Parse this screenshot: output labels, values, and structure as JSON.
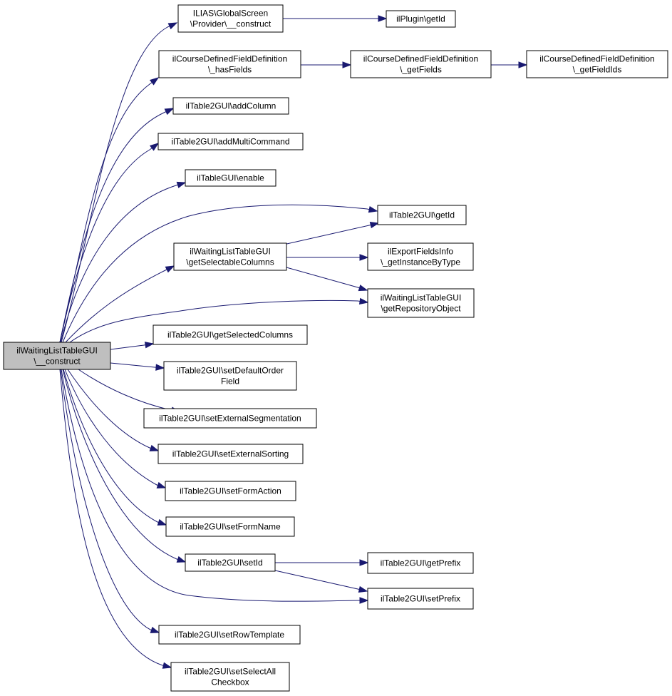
{
  "graph": {
    "nodes": [
      {
        "id": "root",
        "lines": [
          "ilWaitingListTableGUI",
          "\\__construct"
        ]
      },
      {
        "id": "gs_provider_construct",
        "lines": [
          "ILIAS\\GlobalScreen",
          "\\Provider\\__construct"
        ]
      },
      {
        "id": "plugin_getid",
        "lines": [
          "ilPlugin\\getId"
        ]
      },
      {
        "id": "cdf_hasfields",
        "lines": [
          "ilCourseDefinedFieldDefinition",
          "\\_hasFields"
        ]
      },
      {
        "id": "cdf_getfields",
        "lines": [
          "ilCourseDefinedFieldDefinition",
          "\\_getFields"
        ]
      },
      {
        "id": "cdf_getfieldids",
        "lines": [
          "ilCourseDefinedFieldDefinition",
          "\\_getFieldIds"
        ]
      },
      {
        "id": "addcolumn",
        "lines": [
          "ilTable2GUI\\addColumn"
        ]
      },
      {
        "id": "addmulticommand",
        "lines": [
          "ilTable2GUI\\addMultiCommand"
        ]
      },
      {
        "id": "tablegui_enable",
        "lines": [
          "ilTableGUI\\enable"
        ]
      },
      {
        "id": "t2_getid",
        "lines": [
          "ilTable2GUI\\getId"
        ]
      },
      {
        "id": "wl_getselectablecolumns",
        "lines": [
          "ilWaitingListTableGUI",
          "\\getSelectableColumns"
        ]
      },
      {
        "id": "export_getinstancebytype",
        "lines": [
          "ilExportFieldsInfo",
          "\\_getInstanceByType"
        ]
      },
      {
        "id": "wl_getrepositoryobject",
        "lines": [
          "ilWaitingListTableGUI",
          "\\getRepositoryObject"
        ]
      },
      {
        "id": "getselectedcolumns",
        "lines": [
          "ilTable2GUI\\getSelectedColumns"
        ]
      },
      {
        "id": "setdefaultorderfield",
        "lines": [
          "ilTable2GUI\\setDefaultOrder",
          "Field"
        ]
      },
      {
        "id": "setexternalsegmentation",
        "lines": [
          "ilTable2GUI\\setExternalSegmentation"
        ]
      },
      {
        "id": "setexternalsorting",
        "lines": [
          "ilTable2GUI\\setExternalSorting"
        ]
      },
      {
        "id": "setformaction",
        "lines": [
          "ilTable2GUI\\setFormAction"
        ]
      },
      {
        "id": "setformname",
        "lines": [
          "ilTable2GUI\\setFormName"
        ]
      },
      {
        "id": "setid",
        "lines": [
          "ilTable2GUI\\setId"
        ]
      },
      {
        "id": "getprefix",
        "lines": [
          "ilTable2GUI\\getPrefix"
        ]
      },
      {
        "id": "setprefix",
        "lines": [
          "ilTable2GUI\\setPrefix"
        ]
      },
      {
        "id": "setrowtemplate",
        "lines": [
          "ilTable2GUI\\setRowTemplate"
        ]
      },
      {
        "id": "setselectallcheckbox",
        "lines": [
          "ilTable2GUI\\setSelectAll",
          "Checkbox"
        ]
      }
    ],
    "edges": [
      [
        "root",
        "gs_provider_construct"
      ],
      [
        "root",
        "cdf_hasfields"
      ],
      [
        "root",
        "addcolumn"
      ],
      [
        "root",
        "addmulticommand"
      ],
      [
        "root",
        "tablegui_enable"
      ],
      [
        "root",
        "t2_getid"
      ],
      [
        "root",
        "wl_getselectablecolumns"
      ],
      [
        "root",
        "wl_getrepositoryobject"
      ],
      [
        "root",
        "getselectedcolumns"
      ],
      [
        "root",
        "setdefaultorderfield"
      ],
      [
        "root",
        "setexternalsegmentation"
      ],
      [
        "root",
        "setexternalsorting"
      ],
      [
        "root",
        "setformaction"
      ],
      [
        "root",
        "setformname"
      ],
      [
        "root",
        "setid"
      ],
      [
        "root",
        "setprefix"
      ],
      [
        "root",
        "setrowtemplate"
      ],
      [
        "root",
        "setselectallcheckbox"
      ],
      [
        "gs_provider_construct",
        "plugin_getid"
      ],
      [
        "cdf_hasfields",
        "cdf_getfields"
      ],
      [
        "cdf_getfields",
        "cdf_getfieldids"
      ],
      [
        "wl_getselectablecolumns",
        "t2_getid"
      ],
      [
        "wl_getselectablecolumns",
        "export_getinstancebytype"
      ],
      [
        "wl_getselectablecolumns",
        "wl_getrepositoryobject"
      ],
      [
        "setid",
        "getprefix"
      ],
      [
        "setid",
        "setprefix"
      ]
    ]
  },
  "colors": {
    "edge": "#191970",
    "root_fill": "#bfbfbf",
    "node_fill": "#ffffff",
    "node_border": "#000000"
  }
}
